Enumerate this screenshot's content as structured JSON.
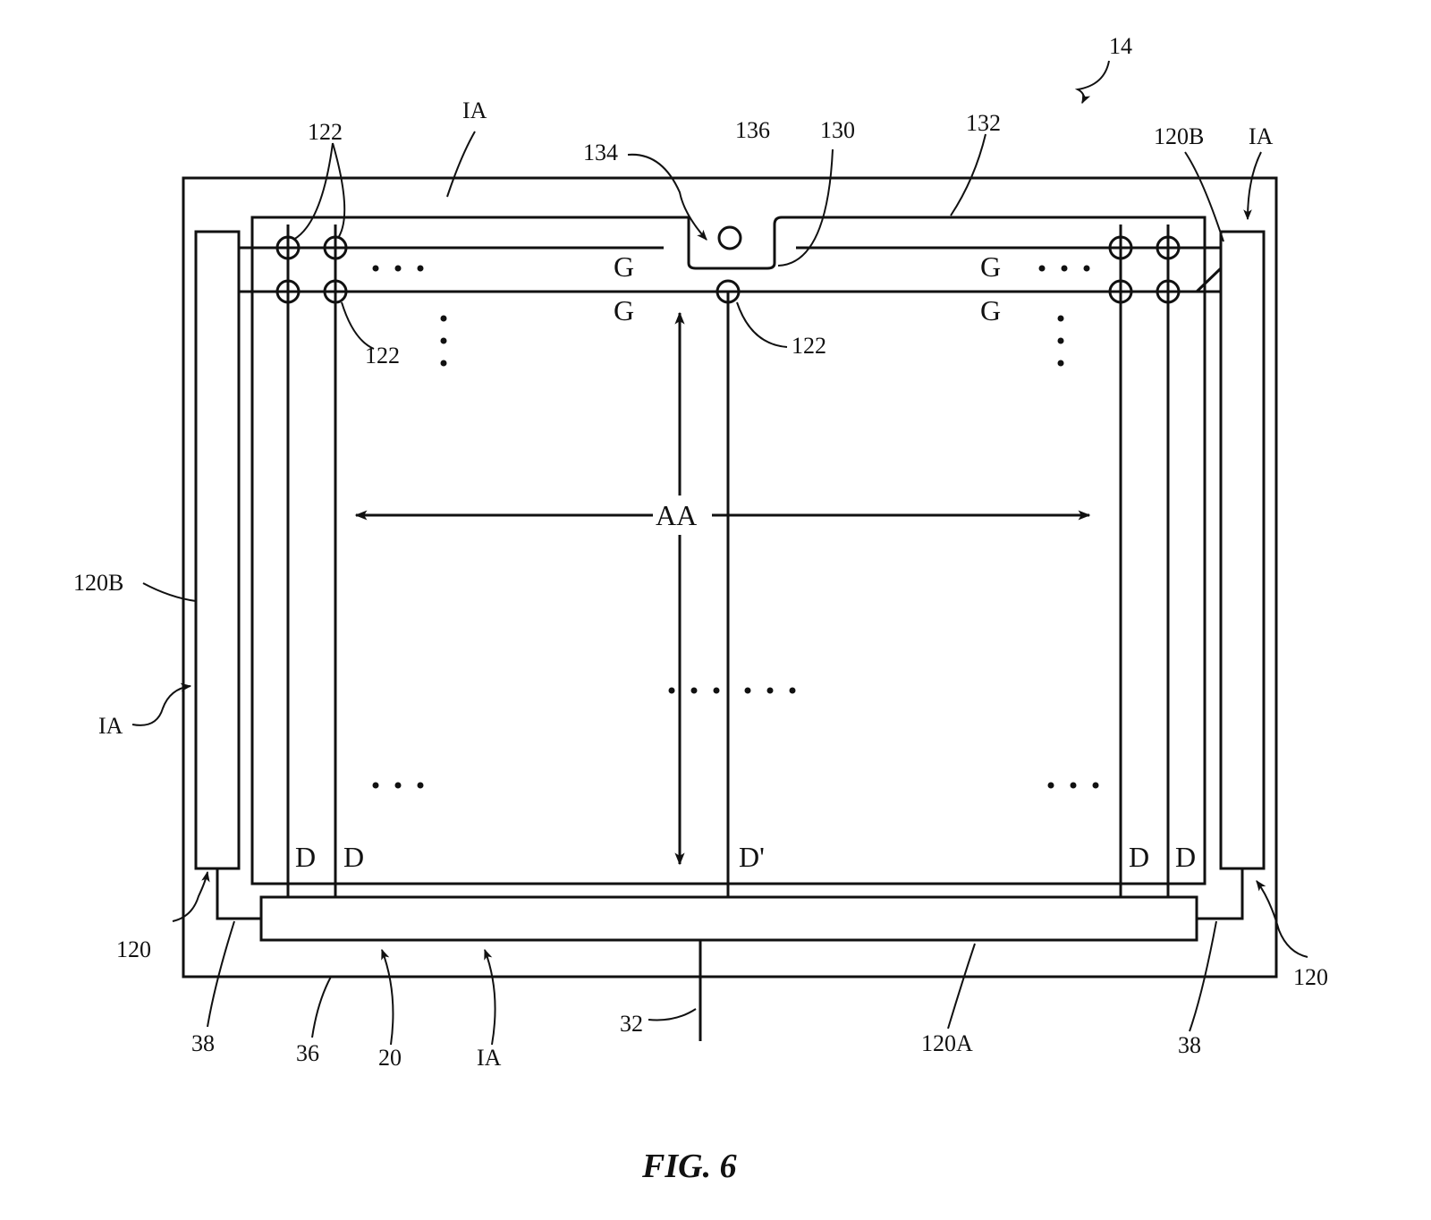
{
  "figure": {
    "caption": "FIG. 6",
    "labels": {
      "ref_14": "14",
      "ia_top": "IA",
      "ia_right": "IA",
      "ia_left": "IA",
      "ia_bottom": "IA",
      "ref_122_top": "122",
      "ref_122_left": "122",
      "ref_122_mid": "122",
      "ref_134": "134",
      "ref_136": "136",
      "ref_130": "130",
      "ref_132": "132",
      "ref_120b_right": "120B",
      "ref_120b_left": "120B",
      "ref_120_left": "120",
      "ref_120_right": "120",
      "ref_38_left": "38",
      "ref_38_right": "38",
      "ref_36": "36",
      "ref_20": "20",
      "ref_32": "32",
      "ref_120a": "120A",
      "aa": "AA",
      "g_tl": "G",
      "g_tr": "G",
      "g_bl": "G",
      "g_br": "G",
      "d1": "D",
      "d2": "D",
      "dprime": "D'",
      "d3": "D",
      "d4": "D"
    }
  }
}
